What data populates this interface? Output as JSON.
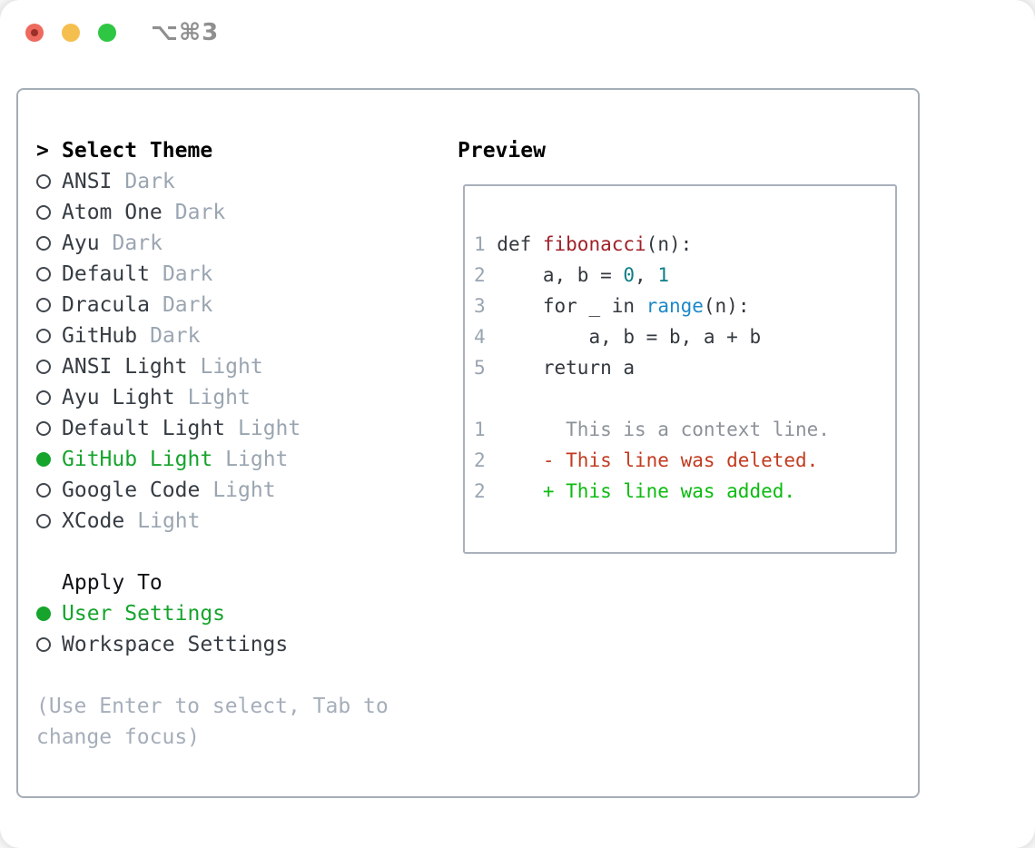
{
  "window": {
    "title_shortcut": "⌥⌘3",
    "controls": [
      {
        "icon": "close-icon",
        "label": "close"
      },
      {
        "icon": "minimize-icon",
        "label": "minimize"
      },
      {
        "icon": "zoom-icon",
        "label": "zoom"
      }
    ]
  },
  "theme_panel": {
    "header_prefix": ">",
    "header": "Select Theme",
    "items": [
      {
        "name": "ANSI",
        "tag": "Dark",
        "selected": false
      },
      {
        "name": "Atom One",
        "tag": "Dark",
        "selected": false
      },
      {
        "name": "Ayu",
        "tag": "Dark",
        "selected": false
      },
      {
        "name": "Default",
        "tag": "Dark",
        "selected": false
      },
      {
        "name": "Dracula",
        "tag": "Dark",
        "selected": false
      },
      {
        "name": "GitHub",
        "tag": "Dark",
        "selected": false
      },
      {
        "name": "ANSI Light",
        "tag": "Light",
        "selected": false
      },
      {
        "name": "Ayu Light",
        "tag": "Light",
        "selected": false
      },
      {
        "name": "Default Light",
        "tag": "Light",
        "selected": false
      },
      {
        "name": "GitHub Light",
        "tag": "Light",
        "selected": true
      },
      {
        "name": "Google Code",
        "tag": "Light",
        "selected": false
      },
      {
        "name": "XCode",
        "tag": "Light",
        "selected": false
      }
    ]
  },
  "apply_to": {
    "header": "Apply To",
    "options": [
      {
        "name": "User Settings",
        "selected": true
      },
      {
        "name": "Workspace Settings",
        "selected": false
      }
    ]
  },
  "help_text": "(Use Enter to select, Tab to change focus)",
  "preview": {
    "header": "Preview",
    "code_lines": [
      {
        "segments": [
          {
            "t": "1",
            "c": "ln"
          },
          {
            "t": " def ",
            "c": "p"
          },
          {
            "t": "fibonacci",
            "c": "fn"
          },
          {
            "t": "(n):",
            "c": "p"
          }
        ]
      },
      {
        "segments": [
          {
            "t": "2",
            "c": "ln"
          },
          {
            "t": "     a, b = ",
            "c": "p"
          },
          {
            "t": "0",
            "c": "n"
          },
          {
            "t": ", ",
            "c": "p"
          },
          {
            "t": "1",
            "c": "n"
          }
        ]
      },
      {
        "segments": [
          {
            "t": "3",
            "c": "ln"
          },
          {
            "t": "     for _ in ",
            "c": "p"
          },
          {
            "t": "range",
            "c": "b"
          },
          {
            "t": "(n):",
            "c": "p"
          }
        ]
      },
      {
        "segments": [
          {
            "t": "4",
            "c": "ln"
          },
          {
            "t": "         a, b = b, a + b",
            "c": "p"
          }
        ]
      },
      {
        "segments": [
          {
            "t": "5",
            "c": "ln"
          },
          {
            "t": "     return a",
            "c": "p"
          }
        ]
      }
    ],
    "diff_lines": [
      {
        "segments": [
          {
            "t": "1",
            "c": "ln"
          },
          {
            "t": "       This is a context line.",
            "c": "ctx"
          }
        ]
      },
      {
        "segments": [
          {
            "t": "2",
            "c": "ln"
          },
          {
            "t": "     - This line was deleted.",
            "c": "del"
          }
        ]
      },
      {
        "segments": [
          {
            "t": "2",
            "c": "ln"
          },
          {
            "t": "     + This line was added.",
            "c": "add"
          }
        ]
      }
    ]
  },
  "colors": {
    "selected_green": "#16a42d",
    "added_green": "#0cbb10",
    "deleted_red": "#c23b20",
    "function_red": "#a02028",
    "builtin_blue": "#1e88c9",
    "number_teal": "#0e7e88",
    "muted_gray": "#9aa5b1",
    "context_gray": "#8c9299",
    "help_gray": "#a5aeba",
    "panel_border": "#a5adb6",
    "preview_border": "#a9b1ba",
    "traffic_red": "#ee6a5e",
    "traffic_red_dot": "#9c2f27",
    "traffic_yellow": "#f5bf4f",
    "traffic_green": "#2fc644"
  }
}
